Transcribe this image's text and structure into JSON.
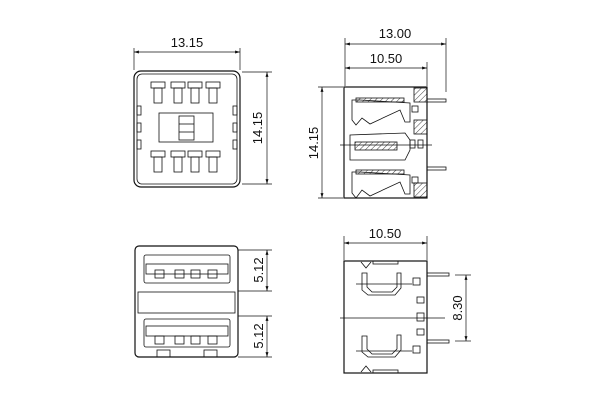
{
  "views": {
    "front": {
      "width_dim": "13.15",
      "height_dim": "14.15"
    },
    "side_section": {
      "overall_dim": "13.00",
      "body_dim": "10.50",
      "height_dim": "14.15"
    },
    "rear": {
      "upper_port_dim": "5.12",
      "lower_port_dim": "5.12"
    },
    "side": {
      "body_dim": "10.50",
      "pin_pitch_dim": "8.30"
    }
  },
  "colors": {
    "line": "#111111",
    "background": "#ffffff"
  }
}
